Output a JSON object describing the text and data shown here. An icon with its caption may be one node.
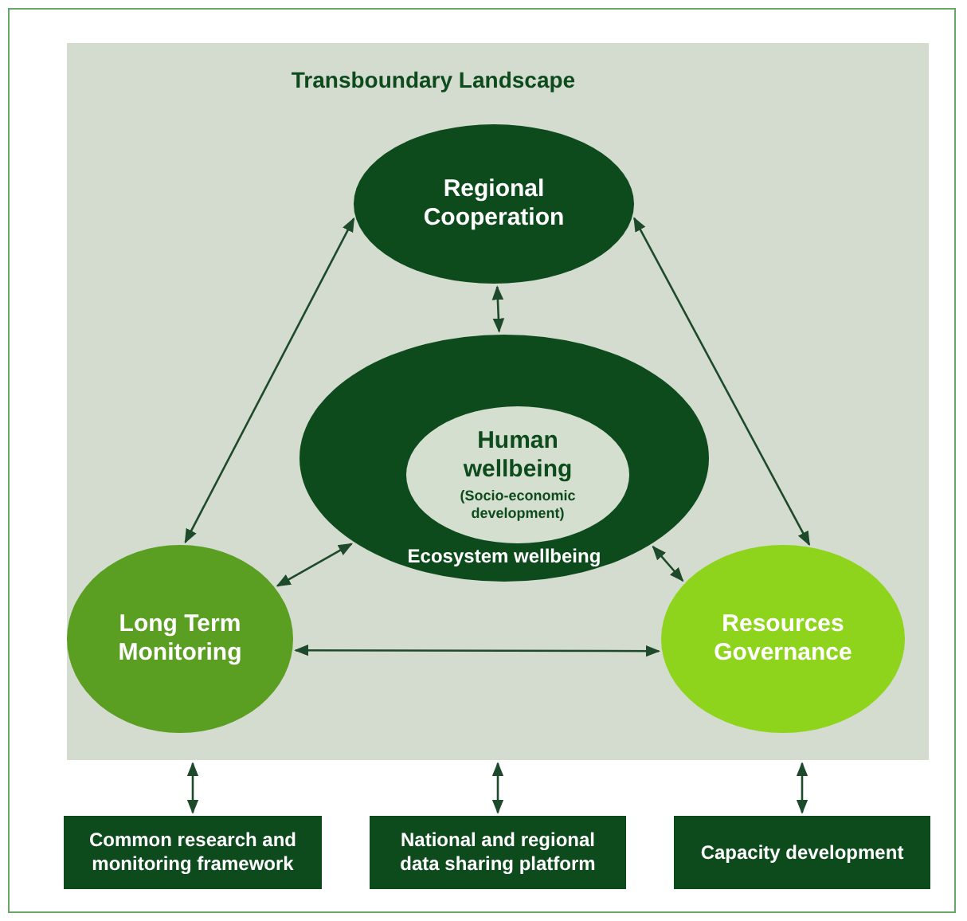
{
  "diagram": {
    "nodes": [
      {
        "text": [
          "Transboundary Landscape"
        ]
      },
      {
        "text": [
          "Regional Cooperation"
        ],
        "in": 0
      },
      {
        "text": [
          "Ecosystem wellbeing"
        ],
        "in": 0
      },
      {
        "text": [
          "Human wellbeing",
          "(Socio-economic development)"
        ],
        "in": 2
      },
      {
        "text": [
          "Long Term Monitoring"
        ],
        "in": 0
      },
      {
        "text": [
          "Resources Governance"
        ],
        "in": 0
      },
      {
        "text": [
          "Common research and monitoring framework"
        ]
      },
      {
        "text": [
          "National and regional data sharing platform"
        ]
      },
      {
        "text": [
          "Capacity development"
        ]
      }
    ],
    "edges": [
      {
        "from": 1,
        "to": 4,
        "arrow": "both"
      },
      {
        "from": 1,
        "to": 5,
        "arrow": "both"
      },
      {
        "from": 1,
        "to": 2,
        "arrow": "both"
      },
      {
        "from": 2,
        "to": 4,
        "arrow": "both"
      },
      {
        "from": 2,
        "to": 5,
        "arrow": "both"
      },
      {
        "from": 4,
        "to": 5,
        "arrow": "both"
      },
      {
        "from": 0,
        "to": 6,
        "arrow": "both"
      },
      {
        "from": 0,
        "to": 7,
        "arrow": "both"
      },
      {
        "from": 0,
        "to": 8,
        "arrow": "both"
      }
    ]
  }
}
